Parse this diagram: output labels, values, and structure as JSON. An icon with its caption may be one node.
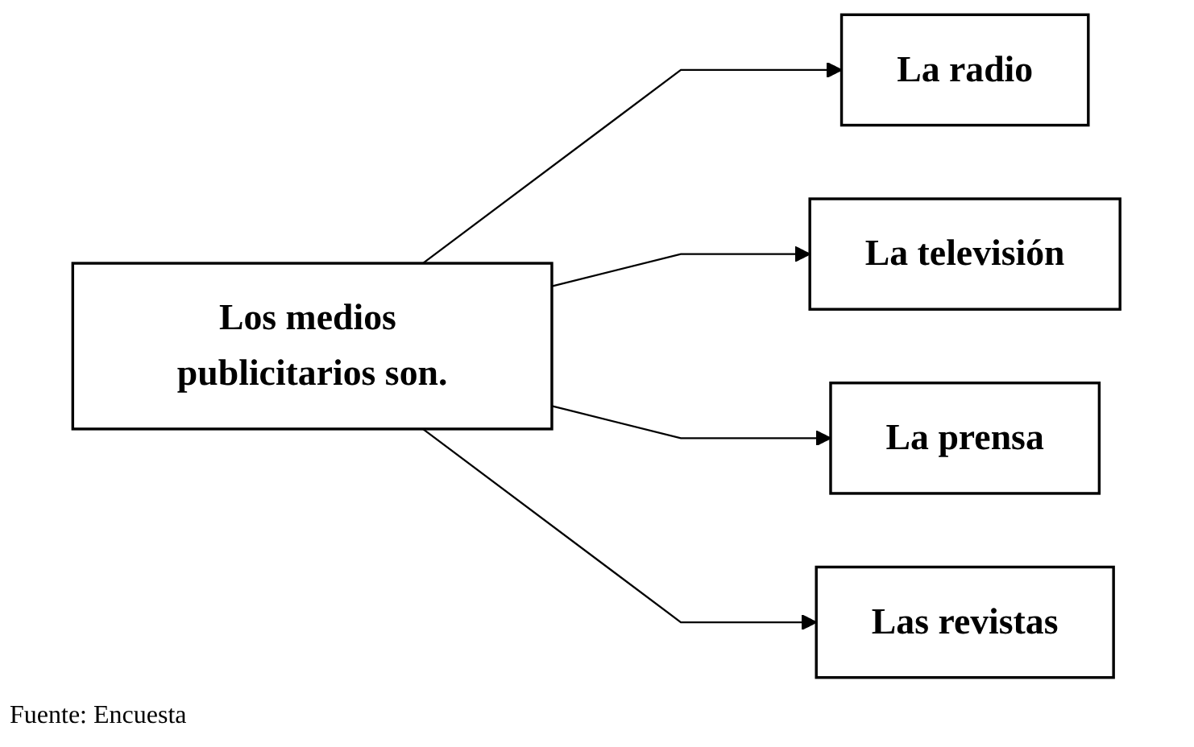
{
  "diagram": {
    "caption": "Fuente: Encuesta",
    "nodes": [
      {
        "text": [
          "Los medios publicitarios son."
        ]
      },
      {
        "text": [
          "La radio"
        ]
      },
      {
        "text": [
          "La televisión"
        ]
      },
      {
        "text": [
          "La prensa"
        ]
      },
      {
        "text": [
          "Las revistas"
        ]
      }
    ],
    "edges": [
      {
        "from": 0,
        "to": 1,
        "arrow": "to"
      },
      {
        "from": 0,
        "to": 2,
        "arrow": "to"
      },
      {
        "from": 0,
        "to": 3,
        "arrow": "to"
      },
      {
        "from": 0,
        "to": 4,
        "arrow": "to"
      }
    ]
  }
}
